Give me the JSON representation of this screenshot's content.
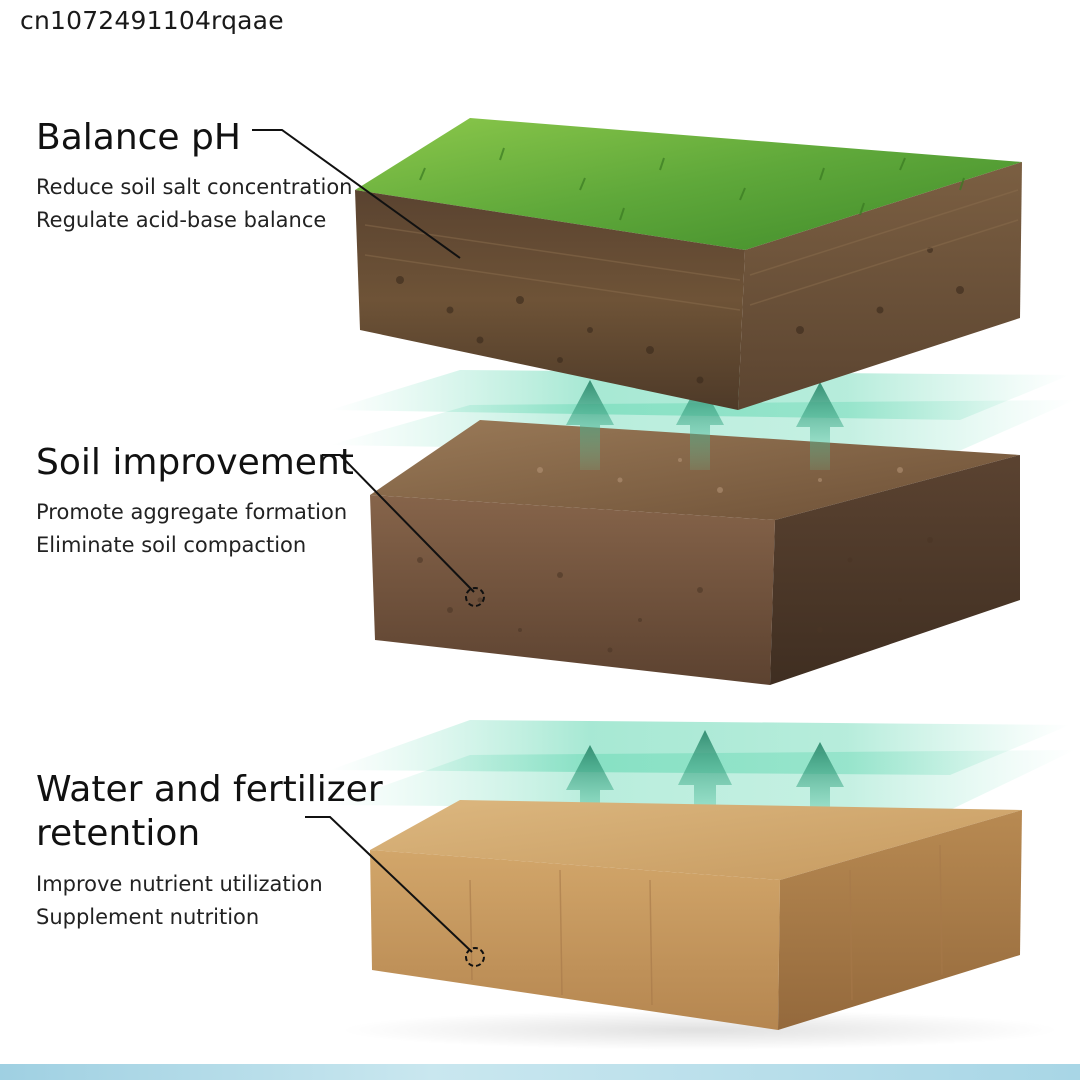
{
  "code_text": "cn1072491104rqaae",
  "sections": [
    {
      "title": "Balance pH",
      "lines": [
        "Reduce soil salt concentration",
        "Regulate acid-base balance"
      ]
    },
    {
      "title": "Soil improvement",
      "lines": [
        "Promote aggregate formation",
        "Eliminate soil compaction"
      ]
    },
    {
      "title_line1": "Water and fertilizer",
      "title_line2": "retention",
      "lines": [
        "Improve nutrient utilization",
        "Supplement nutrition"
      ]
    }
  ],
  "colors": {
    "grass": "#5fa83a",
    "topsoil": "#6b5135",
    "middle_soil": "#7a5a3e",
    "sandy_soil": "#c9a068",
    "glow": "#5fd6b0"
  }
}
